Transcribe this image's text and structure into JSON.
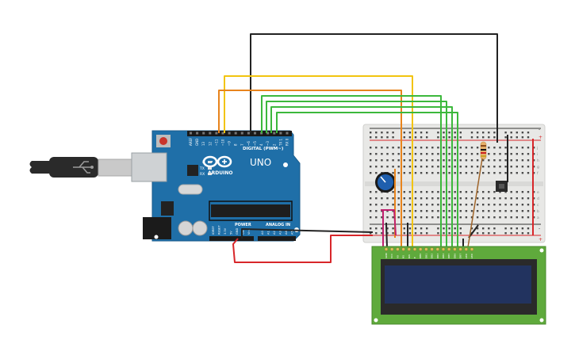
{
  "arduino": {
    "board_name": "UNO",
    "brand_label": "ARDUINO",
    "digital_header_label": "DIGITAL (PWM~)",
    "power_label": "POWER",
    "analog_label": "ANALOG IN",
    "led_labels": [
      "L",
      "TX",
      "RX"
    ],
    "digital_pins": [
      "AREF",
      "GND",
      "13",
      "12",
      "~11",
      "~10",
      "~9",
      "8",
      "7",
      "~6",
      "~5",
      "4",
      "~3",
      "2",
      "TX 1",
      "RX 0"
    ],
    "power_pins": [
      "IOREF",
      "RESET",
      "3.3V",
      "5V",
      "GND",
      "GND",
      "Vin"
    ],
    "analog_pins": [
      "A0",
      "A1",
      "A2",
      "A3",
      "A4",
      "A5"
    ]
  },
  "breadboard": {
    "rail_plus": "+",
    "rail_minus": "-",
    "row_letters_top": [
      "j",
      "i",
      "h",
      "g",
      "f"
    ],
    "row_letters_bottom": [
      "e",
      "d",
      "c",
      "b",
      "a"
    ]
  },
  "lcd": {
    "pin_labels": [
      "GND",
      "VCC",
      "V0",
      "RS",
      "RW",
      "E",
      "DB0",
      "DB1",
      "DB2",
      "DB3",
      "DB4",
      "DB5",
      "DB6",
      "DB7",
      "LED",
      "LED"
    ]
  },
  "colors": {
    "board_blue": "#1f6fa8",
    "breadboard": "#e8e8e6",
    "lcd_pcb": "#5faa3c",
    "lcd_screen": "#22335f",
    "wire_black": "#222222",
    "wire_yellow": "#f2c40f",
    "wire_orange": "#e8841c",
    "wire_green": "#3cb83c",
    "wire_red": "#d8262a",
    "wire_magenta": "#c0206e",
    "wire_brown": "#a0652a",
    "usb_cable": "#2a2a2a",
    "pot_knob": "#1f5fae"
  }
}
